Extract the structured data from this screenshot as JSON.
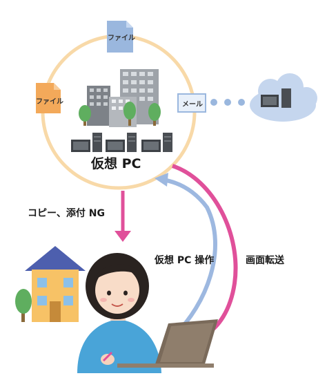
{
  "virtual_pc": {
    "label": "仮想 PC"
  },
  "items": {
    "file_top": "ファイル",
    "file_left": "ファイル",
    "mail": "メール"
  },
  "arrows": {
    "blocked": "コピー、添付 NG",
    "operation": "仮想 PC 操作",
    "screen_transfer": "画面転送"
  },
  "colors": {
    "circle": "#f8d9a8",
    "blocked_arrow": "#e0509a",
    "operation_arrow": "#9db8e0",
    "transfer_arrow": "#e0509a",
    "cloud": "#c5d6ee",
    "doc": "#9ab7de",
    "doc_left": "#f3a95a"
  }
}
